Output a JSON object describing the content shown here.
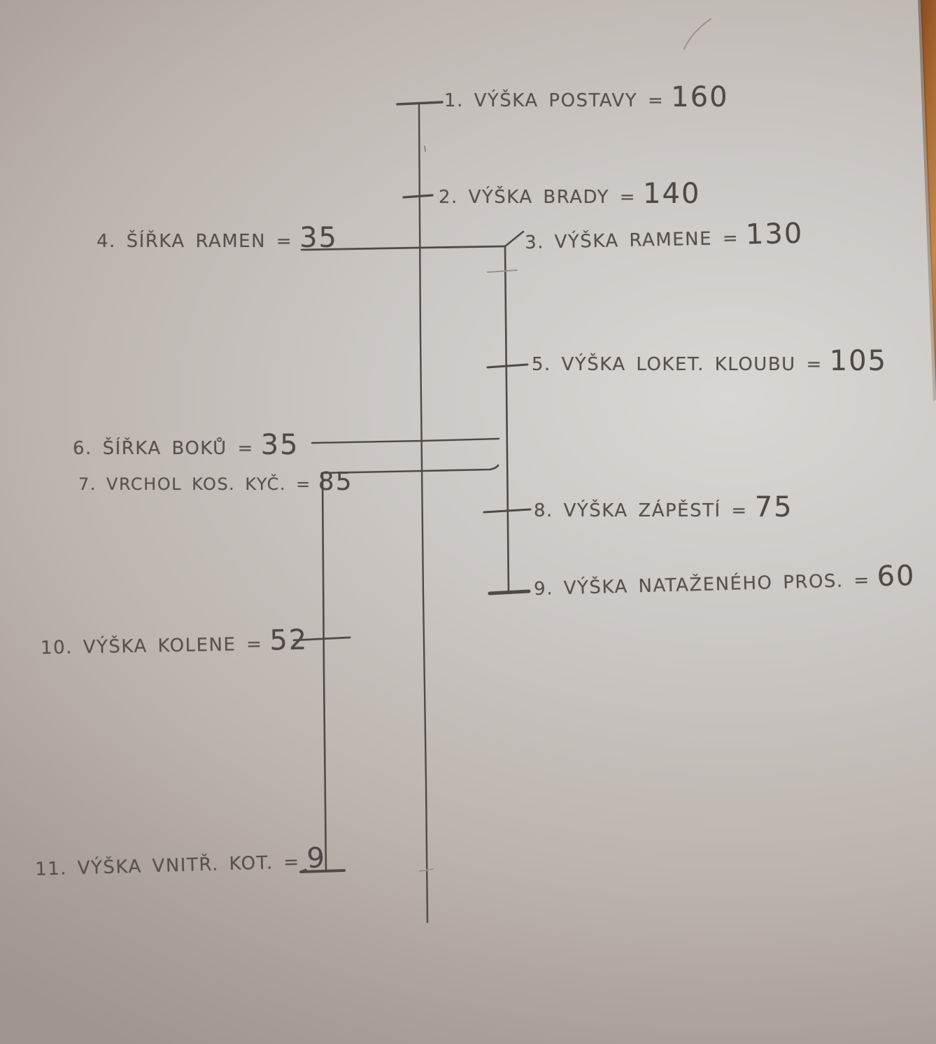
{
  "scene": {
    "description_colors": {
      "pencil": "#4f4a46",
      "pencil_faint": "#958d86",
      "paper_light": "#d9d6d3",
      "paper_dark": "#9f968d",
      "wood": "#aa6a33"
    }
  },
  "measurements": [
    {
      "text": "1. VÝŠKA POSTAVY =",
      "value": "160"
    },
    {
      "text": "2. VÝŠKA BRADY =",
      "value": "140"
    },
    {
      "text": "3. VÝŠKA RAMENE =",
      "value": "130"
    },
    {
      "text": "4. ŠÍŘKA RAMEN =",
      "value": "35"
    },
    {
      "text": "5. VÝŠKA LOKET. KLOUBU =",
      "value": "105"
    },
    {
      "text": "6. ŠÍŘKA BOKŮ =",
      "value": "35"
    },
    {
      "text": "7. VRCHOL KOS. KYČ. =",
      "value": "85"
    },
    {
      "text": "8. VÝŠKA ZÁPĚSTÍ =",
      "value": "75"
    },
    {
      "text": "9. VÝŠKA NATAŽENÉHO PROS. =",
      "value": "60"
    },
    {
      "text": "10. VÝŠKA KOLENE =",
      "value": "52"
    },
    {
      "text": "11. VÝŠKA VNITŘ. KOT. =",
      "value": "9"
    }
  ]
}
